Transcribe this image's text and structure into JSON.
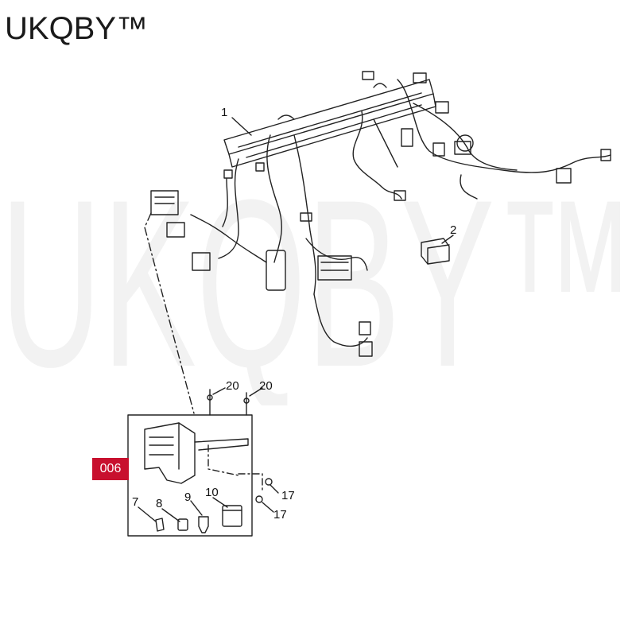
{
  "brand": {
    "logo_text": "UKQBY™",
    "watermark_text": "UKQBY™"
  },
  "diagram": {
    "callouts": [
      "1",
      "2",
      "20",
      "20",
      "7",
      "8",
      "9",
      "10",
      "17",
      "17"
    ],
    "highlight_badge": "006"
  },
  "colors": {
    "badge_bg": "#c8102e",
    "line": "#222222",
    "watermark": "#f2f2f2"
  }
}
